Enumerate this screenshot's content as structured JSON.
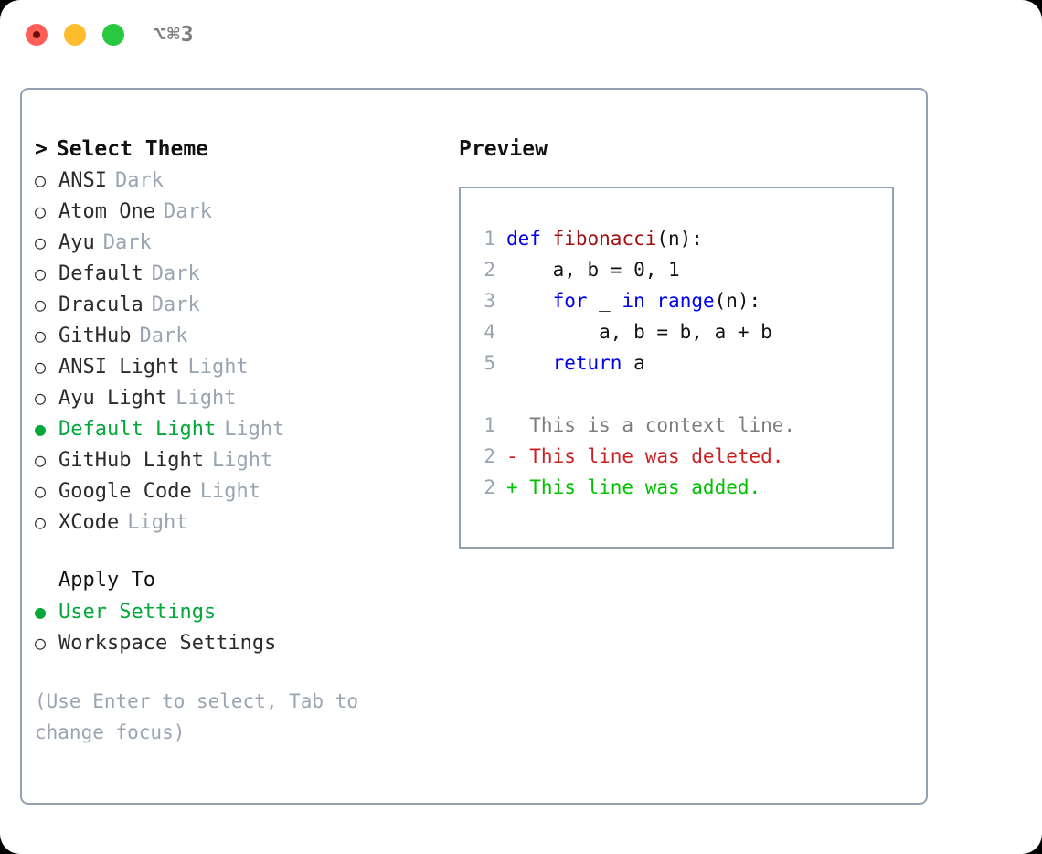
{
  "titlebar": {
    "shortcut": "⌥⌘3",
    "buttons": [
      {
        "name": "close",
        "color": "#ff5f57"
      },
      {
        "name": "minimize",
        "color": "#ffbd2e"
      },
      {
        "name": "maximize",
        "color": "#28c840"
      }
    ]
  },
  "theme_picker": {
    "heading_caret": ">",
    "heading": "Select Theme",
    "items": [
      {
        "bullet": "○",
        "label": "ANSI",
        "tag": "Dark",
        "selected": false
      },
      {
        "bullet": "○",
        "label": "Atom One",
        "tag": "Dark",
        "selected": false
      },
      {
        "bullet": "○",
        "label": "Ayu",
        "tag": "Dark",
        "selected": false
      },
      {
        "bullet": "○",
        "label": "Default",
        "tag": "Dark",
        "selected": false
      },
      {
        "bullet": "○",
        "label": "Dracula",
        "tag": "Dark",
        "selected": false
      },
      {
        "bullet": "○",
        "label": "GitHub",
        "tag": "Dark",
        "selected": false
      },
      {
        "bullet": "○",
        "label": "ANSI Light",
        "tag": "Light",
        "selected": false
      },
      {
        "bullet": "○",
        "label": "Ayu Light",
        "tag": "Light",
        "selected": false
      },
      {
        "bullet": "●",
        "label": "Default Light",
        "tag": "Light",
        "selected": true
      },
      {
        "bullet": "○",
        "label": "GitHub Light",
        "tag": "Light",
        "selected": false
      },
      {
        "bullet": "○",
        "label": "Google Code",
        "tag": "Light",
        "selected": false
      },
      {
        "bullet": "○",
        "label": "XCode",
        "tag": "Light",
        "selected": false
      }
    ]
  },
  "apply_to": {
    "heading": "Apply To",
    "items": [
      {
        "bullet": "●",
        "label": "User Settings",
        "selected": true
      },
      {
        "bullet": "○",
        "label": "Workspace Settings",
        "selected": false
      }
    ]
  },
  "hint": "(Use Enter to select, Tab to change focus)",
  "preview": {
    "title": "Preview",
    "code_lines": [
      {
        "no": "1",
        "tokens": [
          {
            "text": "def ",
            "cls": "tok-kw"
          },
          {
            "text": "fibonacci",
            "cls": "tok-fn"
          },
          {
            "text": "(n):",
            "cls": "tok-plain"
          }
        ]
      },
      {
        "no": "2",
        "tokens": [
          {
            "text": "    a, b = 0, 1",
            "cls": "tok-plain"
          }
        ]
      },
      {
        "no": "3",
        "tokens": [
          {
            "text": "    ",
            "cls": "tok-plain"
          },
          {
            "text": "for",
            "cls": "tok-kw"
          },
          {
            "text": " _ ",
            "cls": "tok-plain"
          },
          {
            "text": "in",
            "cls": "tok-kw"
          },
          {
            "text": " ",
            "cls": "tok-plain"
          },
          {
            "text": "range",
            "cls": "tok-kw"
          },
          {
            "text": "(n):",
            "cls": "tok-plain"
          }
        ]
      },
      {
        "no": "4",
        "tokens": [
          {
            "text": "        a, b = b, a + b",
            "cls": "tok-plain"
          }
        ]
      },
      {
        "no": "5",
        "tokens": [
          {
            "text": "    ",
            "cls": "tok-plain"
          },
          {
            "text": "return",
            "cls": "tok-kw"
          },
          {
            "text": " a",
            "cls": "tok-plain"
          }
        ]
      }
    ],
    "diff_lines": [
      {
        "no": "1",
        "marker": " ",
        "text": "  This is a context line.",
        "cls": "diff-ctx"
      },
      {
        "no": "2",
        "marker": "-",
        "text": "- This line was deleted.",
        "cls": "diff-del"
      },
      {
        "no": "2",
        "marker": "+",
        "text": "+ This line was added.",
        "cls": "diff-add"
      }
    ]
  },
  "colors": {
    "accent_green": "#04a83a",
    "diff_add_green": "#00c000",
    "diff_del_red": "#cc2020",
    "keyword_blue": "#0000ee",
    "function_red": "#a01010",
    "muted_gray": "#9aa5b1",
    "border": "#93a1b0"
  }
}
